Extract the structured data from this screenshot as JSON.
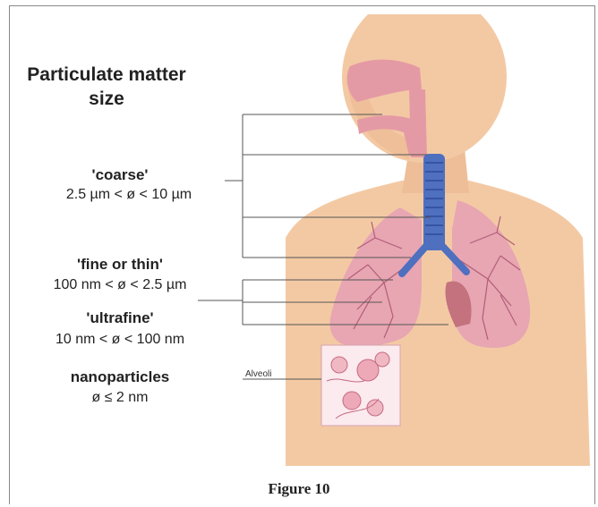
{
  "figure": {
    "title": "Particulate matter size",
    "categories": [
      {
        "name": "'coarse'",
        "range": "2.5 µm < ø < 10 µm"
      },
      {
        "name": "'fine or thin'",
        "range": "100 nm < ø < 2.5 µm"
      },
      {
        "name": "'ultrafine'",
        "range": "10 nm < ø < 100 nm"
      },
      {
        "name": "nanoparticles",
        "range": "ø ≤ 2 nm"
      }
    ],
    "inset_label": "Alveoli",
    "caption": "Figure 10",
    "colors": {
      "skin": "#f3c9a4",
      "skin_shade": "#e9b48c",
      "lung": "#e7a6b2",
      "lung_vessel": "#b25d78",
      "airway": "#e49aa4",
      "trachea": "#4f6fbf",
      "trachea_ring": "#2f4c9a",
      "line": "#555555"
    }
  }
}
